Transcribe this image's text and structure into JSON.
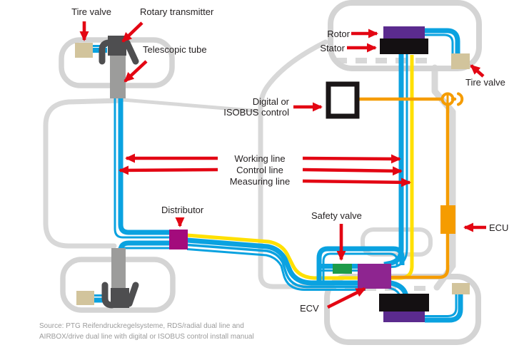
{
  "diagram": {
    "title_context": "Tire pressure control system schematic",
    "labels": {
      "tire_valve_top_left": "Tire valve",
      "rotary_transmitter": "Rotary transmitter",
      "telescopic_tube": "Telescopic tube",
      "rotor": "Rotor",
      "stator": "Stator",
      "tire_valve_top_right": "Tire valve",
      "digital_control_line1": "Digital or",
      "digital_control_line2": "ISOBUS control",
      "working_line": "Working line",
      "control_line": "Control line",
      "measuring_line": "Measuring line",
      "distributor": "Distributor",
      "safety_valve": "Safety valve",
      "ecv": "ECV",
      "ecu": "ECU"
    },
    "source": {
      "line1": "Source: PTG Reifendruckregelsysteme, RDS/radial dual line and",
      "line2": "AIRBOX/drive dual line with digital or ISOBUS control install manual"
    },
    "colors": {
      "line_blue": "#0aa2e0",
      "measuring_yellow": "#ffe000",
      "control_orange": "#f59c00",
      "arrow_red": "#e30613",
      "rotor_purple": "#5b2b8e",
      "safety_valve_green": "#1d9b49",
      "distributor_magenta": "#a30b7c",
      "ecv_magenta": "#8e2590",
      "tire_valve_tan": "#d2c49c",
      "chassis_gray": "#d8d8d8",
      "stator_black": "#141012"
    }
  }
}
